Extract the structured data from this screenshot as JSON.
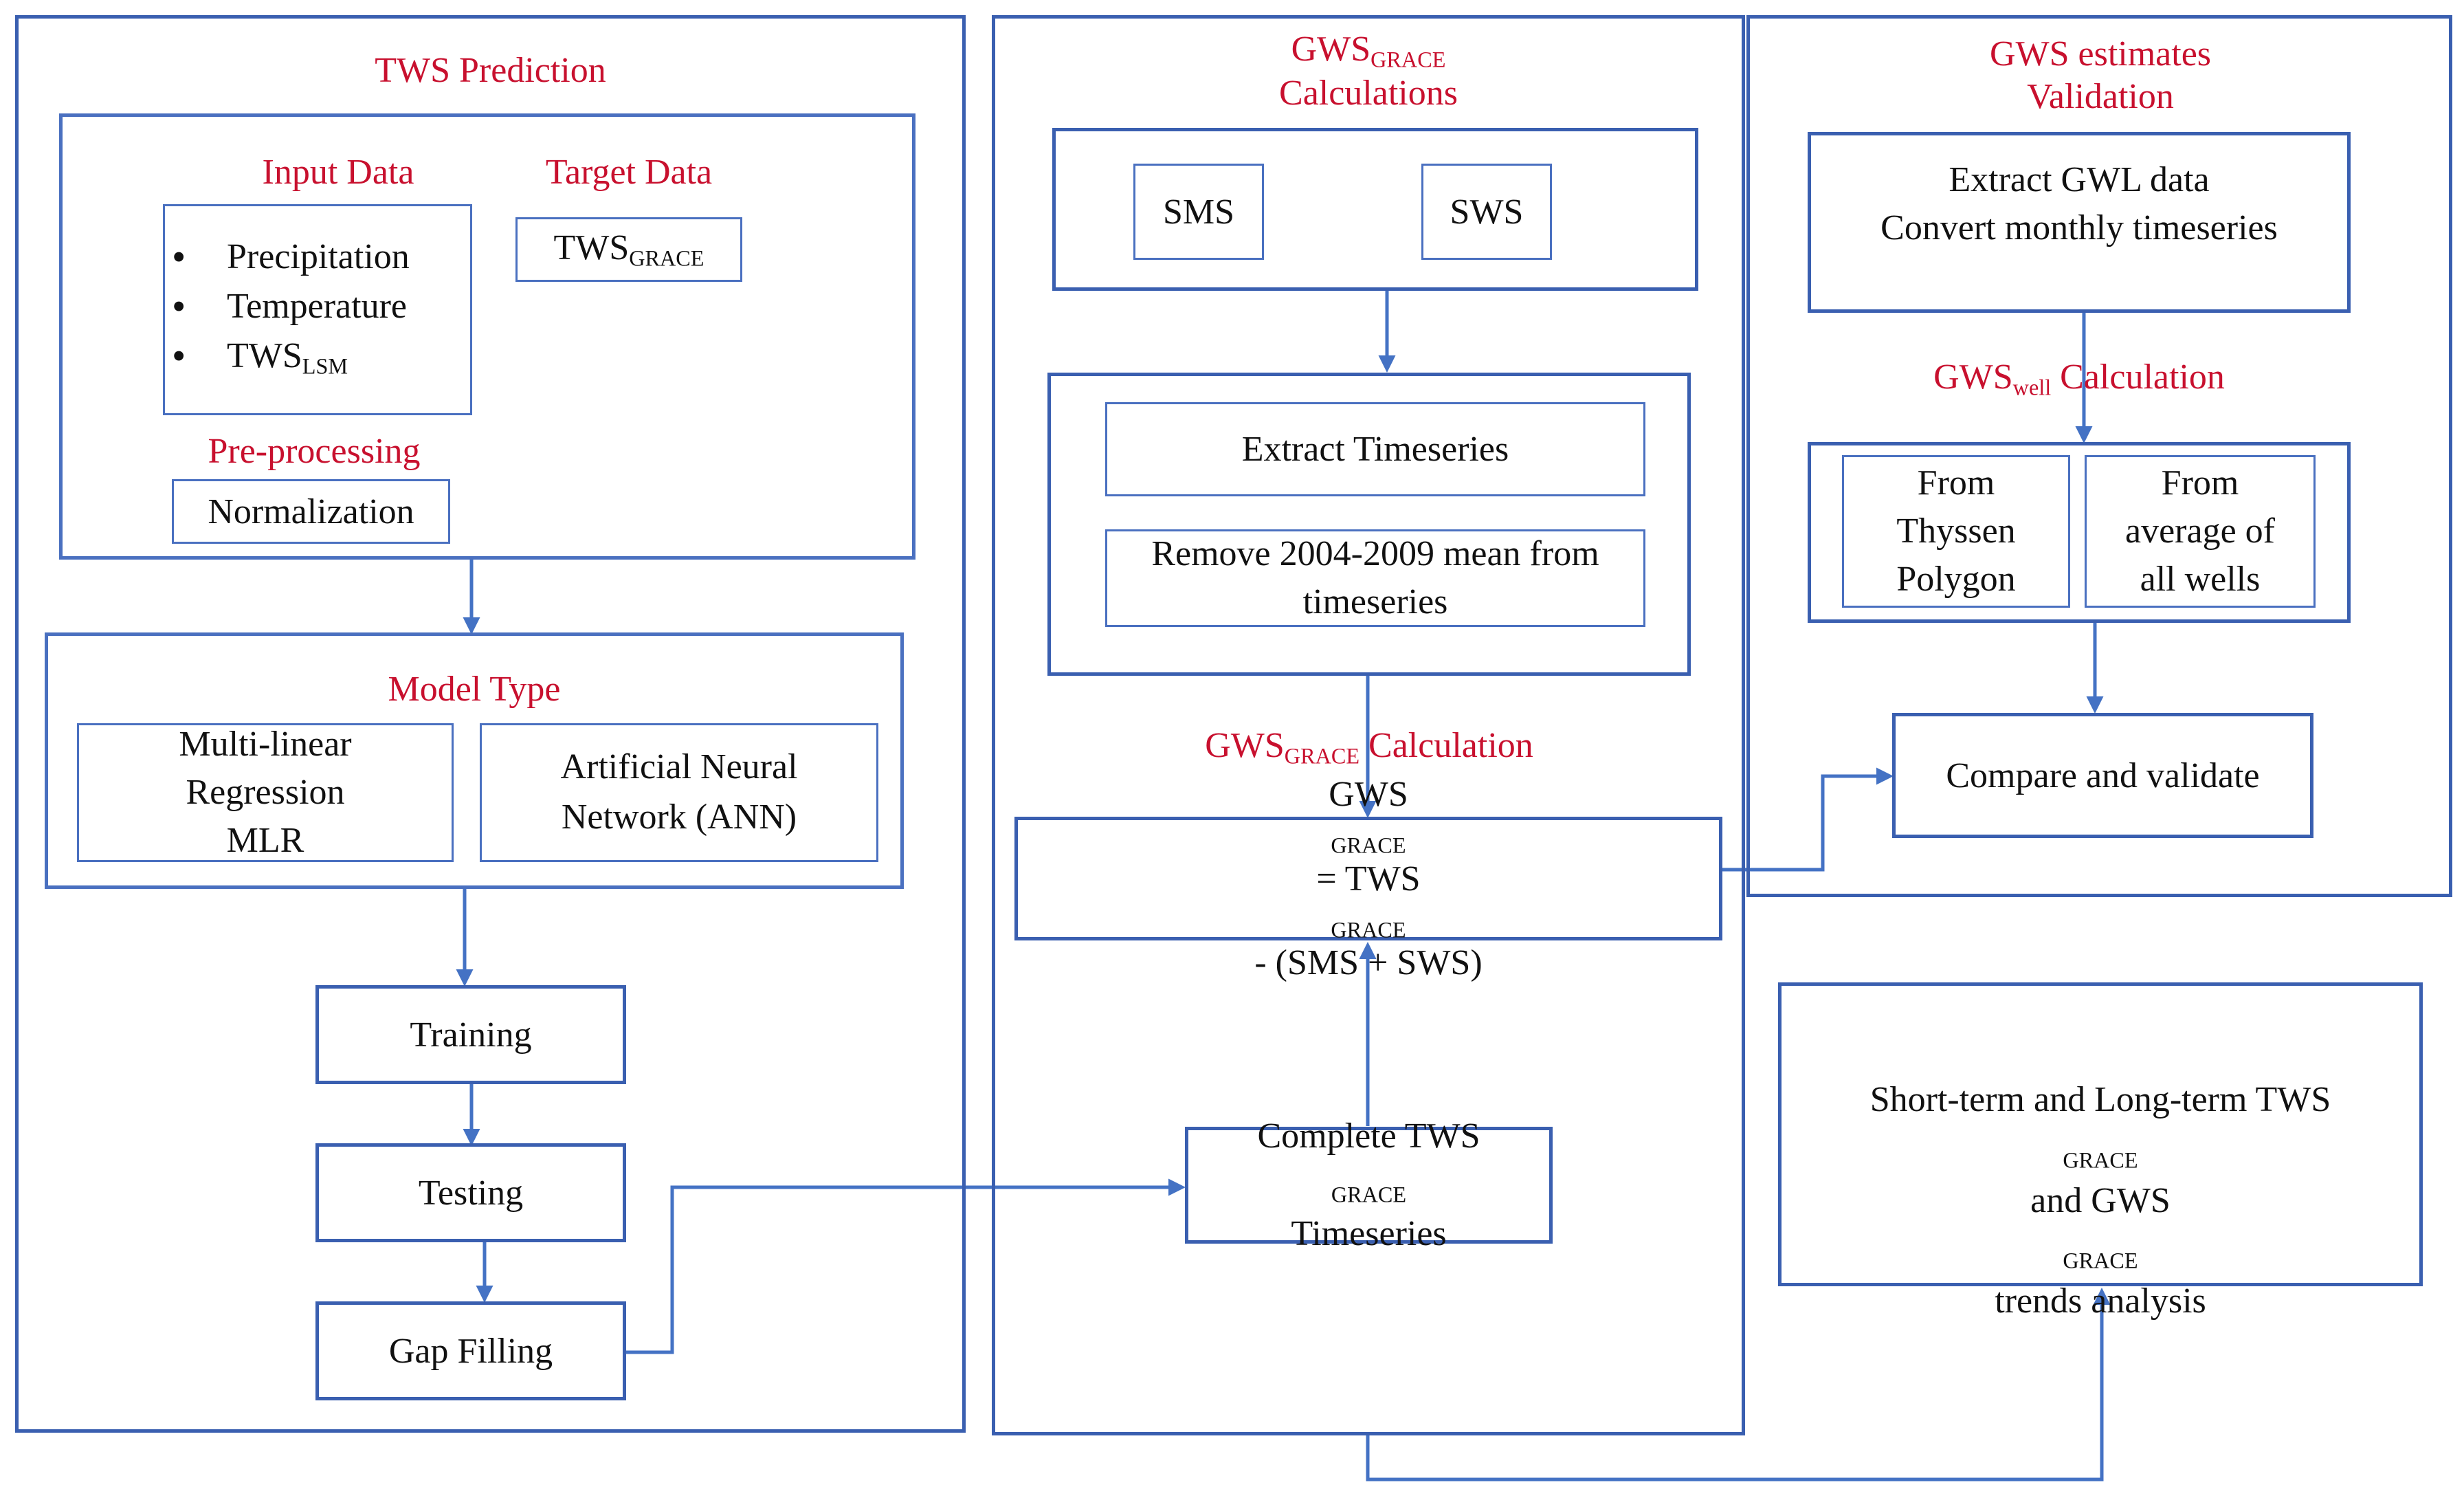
{
  "panels": {
    "tws_prediction": {
      "title": "TWS Prediction",
      "input_data_heading": "Input Data",
      "inputs": [
        "Precipitation",
        "Temperature",
        "TWS"
      ],
      "inputs_sub": [
        "",
        "",
        "LSM"
      ],
      "target_heading": "Target Data",
      "target_main": "TWS",
      "target_sub": "GRACE",
      "preprocessing_heading": "Pre-processing",
      "normalization": "Normalization",
      "model_type_heading": "Model Type",
      "model_mlr_lines": [
        "Multi-linear",
        "Regression",
        "MLR"
      ],
      "model_ann_lines": [
        "Artificial Neural",
        "Network (ANN)"
      ],
      "training": "Training",
      "testing": "Testing",
      "gap_filling": "Gap Filling"
    },
    "gws_grace": {
      "title_main": "GWS",
      "title_sub": "GRACE",
      "title_line2": "Calculations",
      "sms": "SMS",
      "sws": "SWS",
      "extract_timeseries": "Extract Timeseries",
      "remove_mean_lines": [
        "Remove 2004-2009 mean from",
        "timeseries"
      ],
      "calc_label_main": "GWS",
      "calc_label_sub": "GRACE",
      "calc_label_rest": " Calculation",
      "formula": {
        "a": "GWS",
        "a_sub": "GRACE",
        "eq": "= TWS",
        "b_sub": "GRACE",
        "rest": " - (SMS + SWS)"
      },
      "complete_main": "Complete TWS",
      "complete_sub": "GRACE",
      "complete_line2": "Timeseries"
    },
    "validation": {
      "title_line1": "GWS estimates",
      "title_line2": "Validation",
      "extract_lines": [
        "Extract GWL data",
        "Convert monthly timeseries"
      ],
      "well_calc_main": "GWS",
      "well_calc_sub": "well",
      "well_calc_rest": " Calculation",
      "thyssen_lines": [
        "From",
        "Thyssen",
        "Polygon"
      ],
      "average_lines": [
        "From",
        "average of",
        "all wells"
      ],
      "compare": "Compare and validate"
    },
    "trends": {
      "line1_main": "Short-term and Long-term TWS",
      "line1_sub": "GRACE",
      "line2_pre": "and GWS",
      "line2_sub": "GRACE",
      "line2_rest": " trends analysis"
    }
  },
  "colors": {
    "border": "#3a5fb0",
    "arrow": "#4472c4",
    "heading": "#c8102e"
  }
}
